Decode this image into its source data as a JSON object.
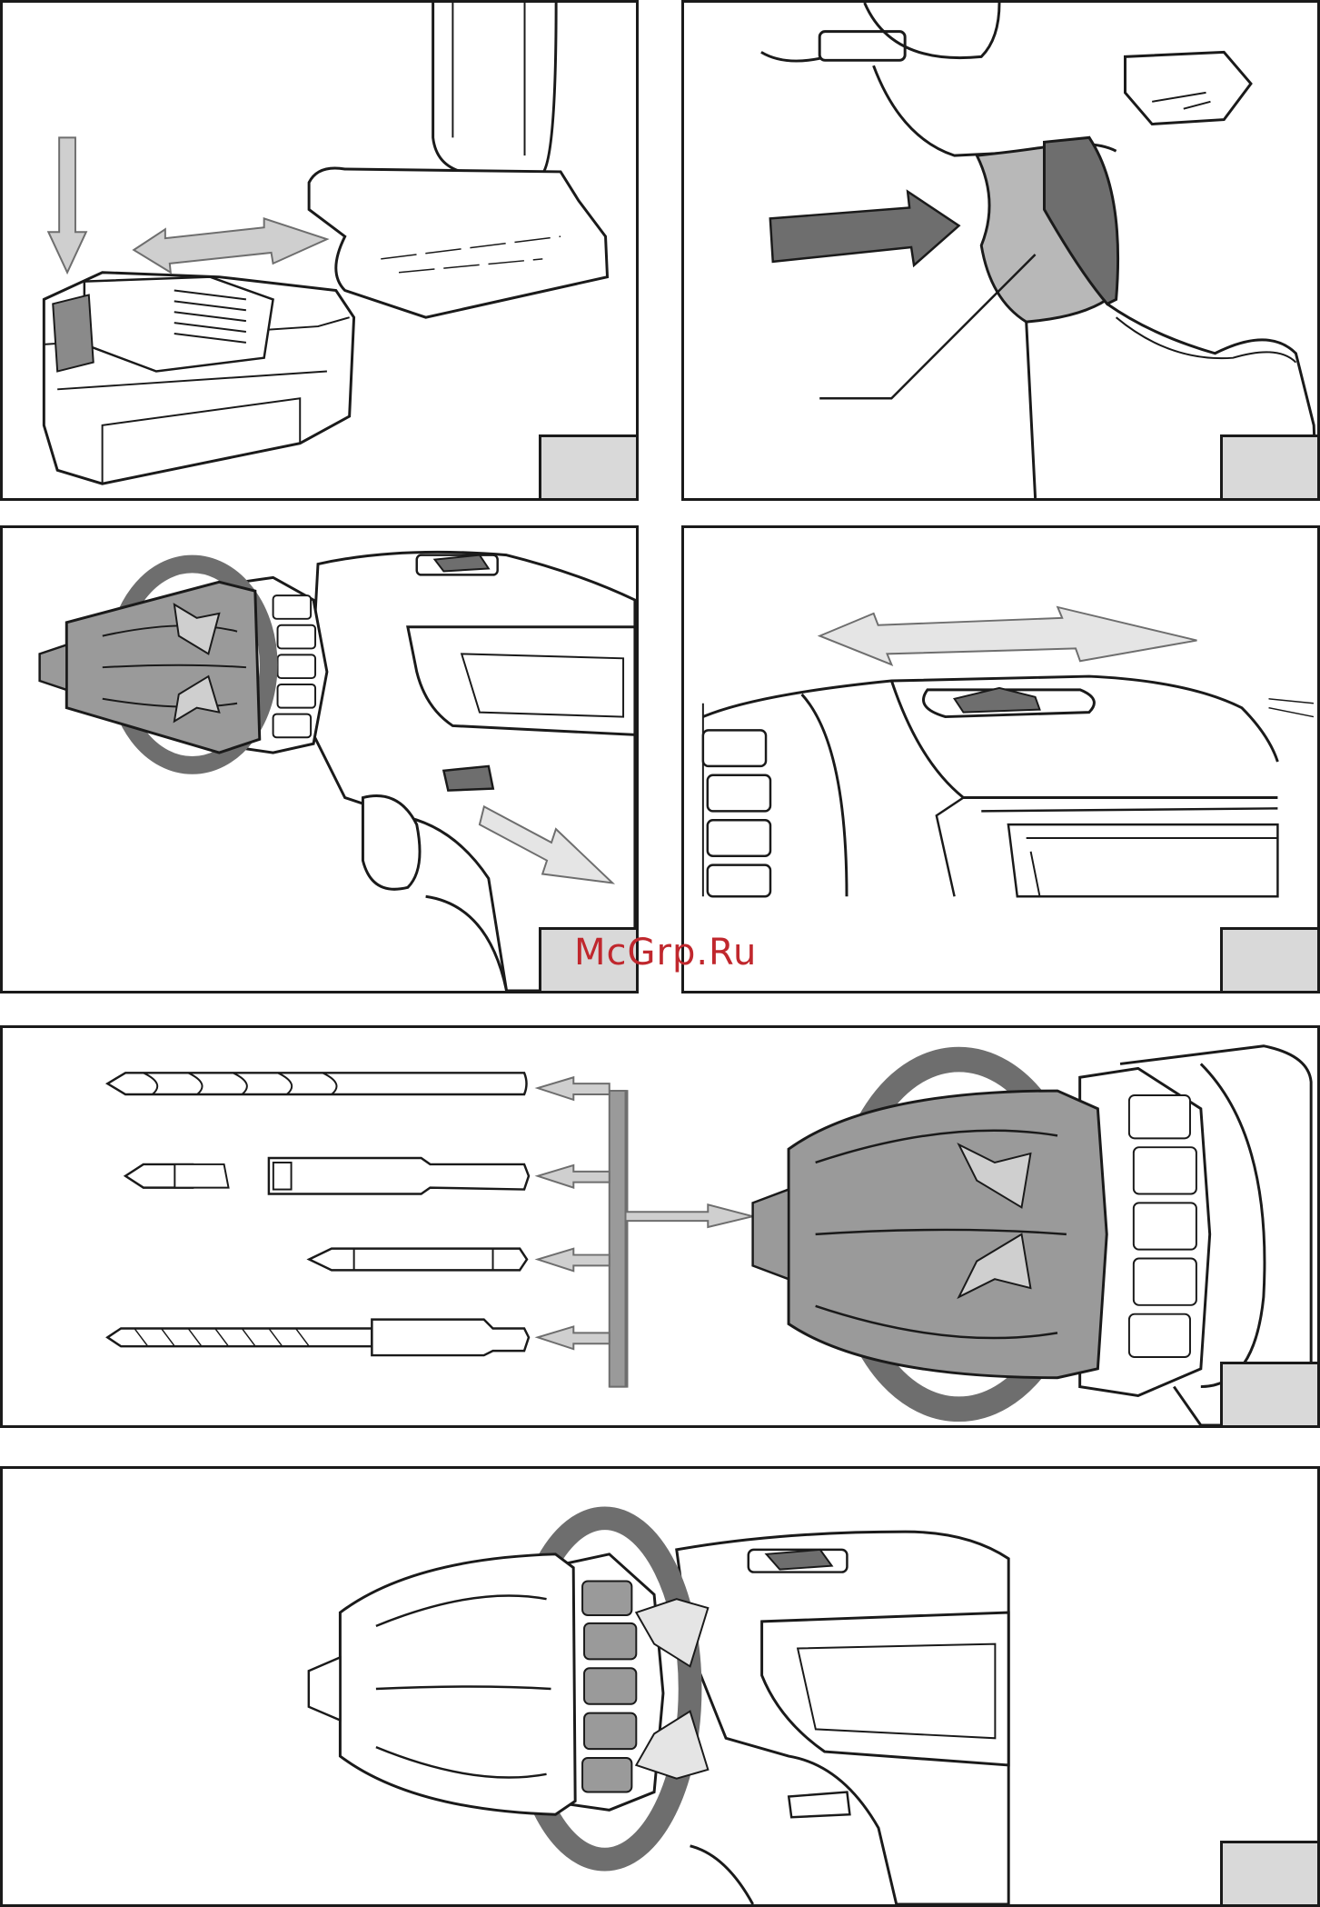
{
  "document": {
    "panels": [
      {
        "id": "panel-1",
        "content": "battery-pack-insertion"
      },
      {
        "id": "panel-2",
        "content": "handle-grip-detail"
      },
      {
        "id": "panel-3",
        "content": "drill-chuck-rotation-and-switch"
      },
      {
        "id": "panel-4",
        "content": "forward-reverse-selector"
      },
      {
        "id": "panel-5",
        "content": "drill-bits-into-chuck"
      },
      {
        "id": "panel-6",
        "content": "torque-collar-adjustment"
      }
    ],
    "watermark": "McGrp.Ru"
  },
  "colors": {
    "line": "#1a1a1a",
    "dark_gray": "#6e6e6e",
    "mid_gray": "#9a9a9a",
    "light_gray": "#cfcfcf",
    "tag_gray": "#d9d9d9",
    "watermark_red": "#c0272d"
  }
}
